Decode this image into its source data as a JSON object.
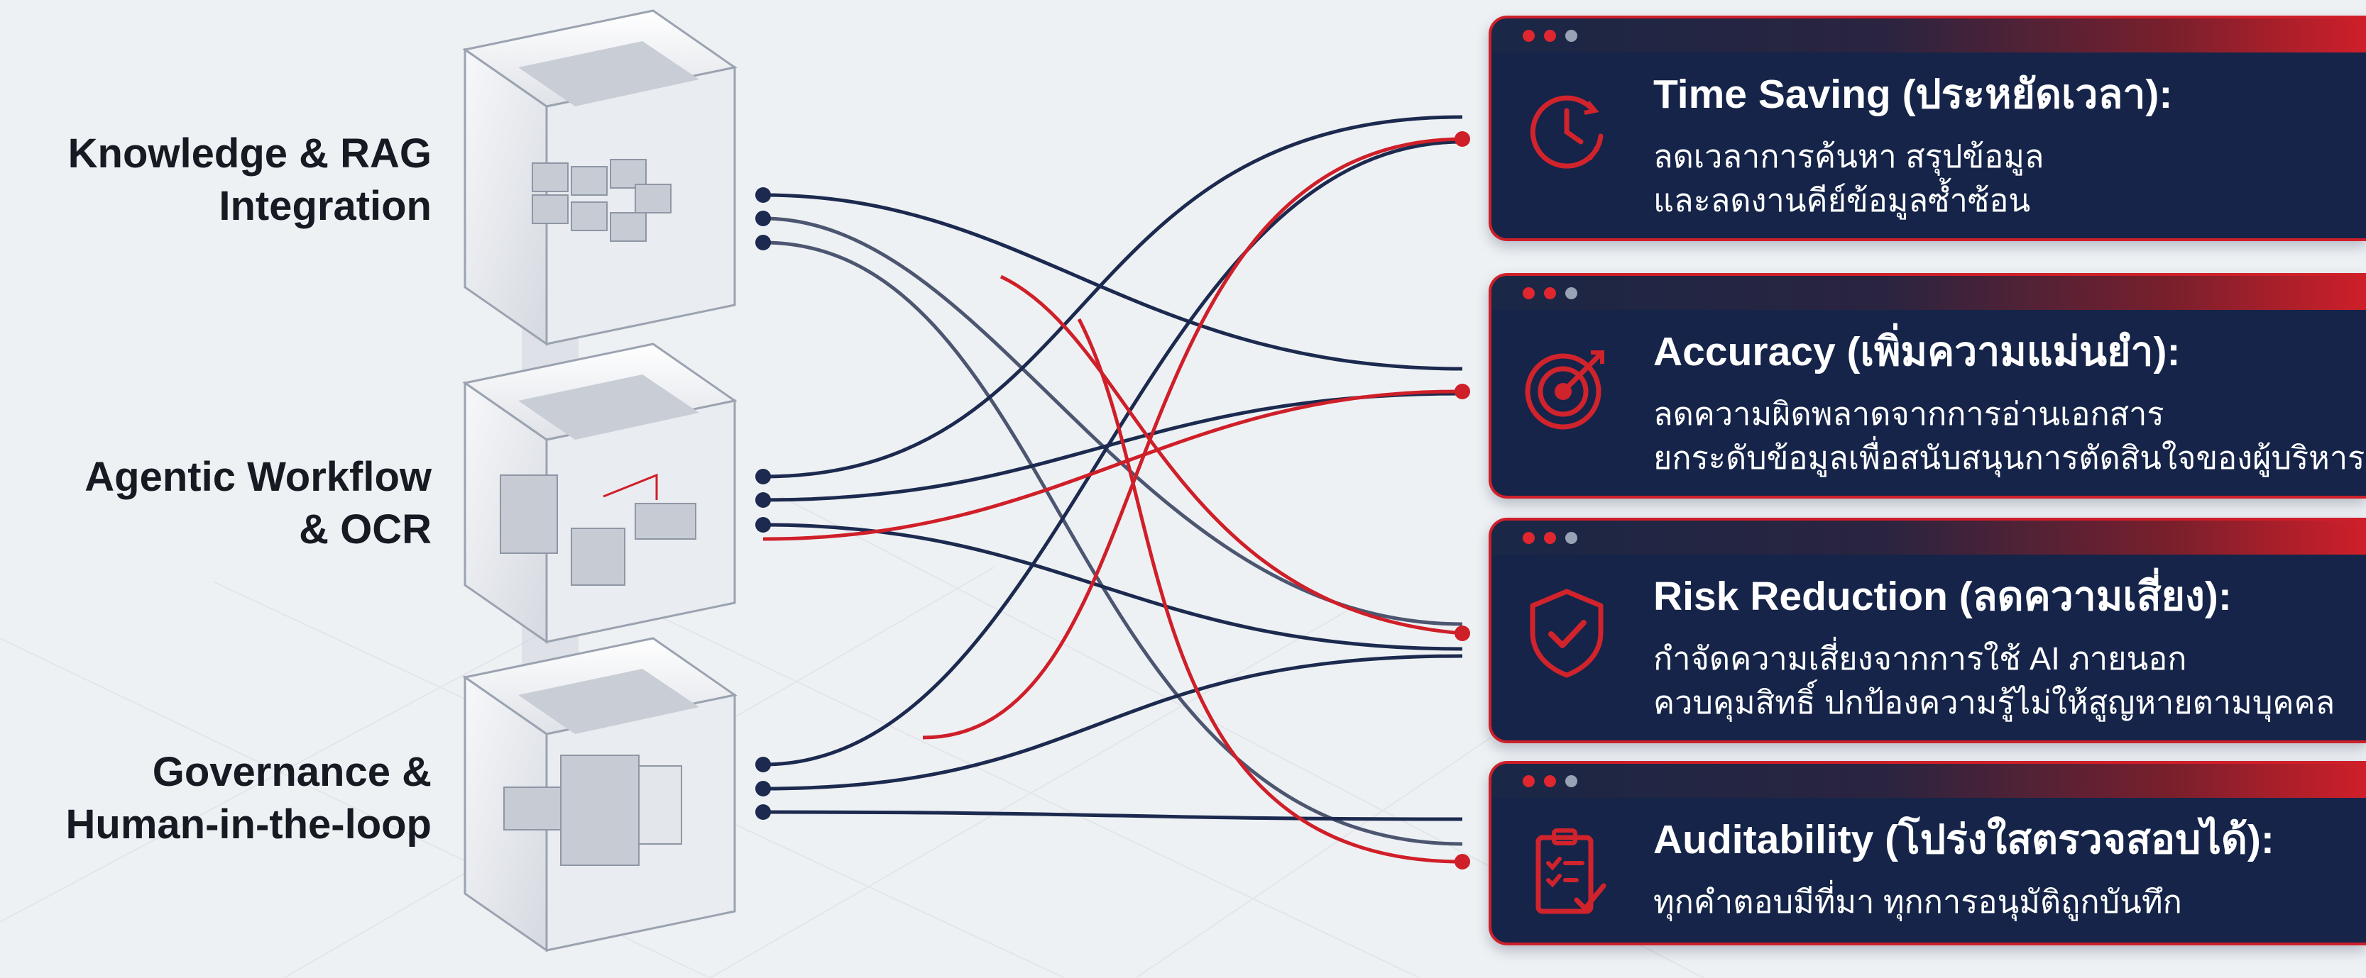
{
  "left_labels": [
    {
      "line1": "Knowledge & RAG",
      "line2": "Integration"
    },
    {
      "line1": "Agentic Workflow",
      "line2": "& OCR"
    },
    {
      "line1": "Governance &",
      "line2": "Human-in-the-loop"
    }
  ],
  "benefits": [
    {
      "title": "Time Saving (ประหยัดเวลา):",
      "lines": [
        "ลดเวลาการค้นหา สรุปข้อมูล",
        "และลดงานคีย์ข้อมูลซ้ำซ้อน"
      ],
      "icon": "clock-icon"
    },
    {
      "title": "Accuracy (เพิ่มความแม่นยำ):",
      "lines": [
        "ลดความผิดพลาดจากการอ่านเอกสาร",
        "ยกระดับข้อมูลเพื่อสนับสนุนการตัดสินใจของผู้บริหาร"
      ],
      "icon": "target-icon"
    },
    {
      "title": "Risk Reduction (ลดความเสี่ยง):",
      "lines": [
        "กำจัดความเสี่ยงจากการใช้ AI ภายนอก",
        "ควบคุมสิทธิ์ ปกป้องความรู้ไม่ให้สูญหายตามบุคคล"
      ],
      "icon": "shield-check-icon"
    },
    {
      "title": "Auditability (โปร่งใสตรวจสอบได้):",
      "lines": [
        "ทุกคำตอบมีที่มา ทุกการอนุมัติถูกบันทึก"
      ],
      "icon": "checklist-icon"
    }
  ],
  "colors": {
    "navy": "#152448",
    "red": "#cf1f29",
    "line_navy": "#1c2a4f",
    "line_gray": "#4d5670"
  }
}
